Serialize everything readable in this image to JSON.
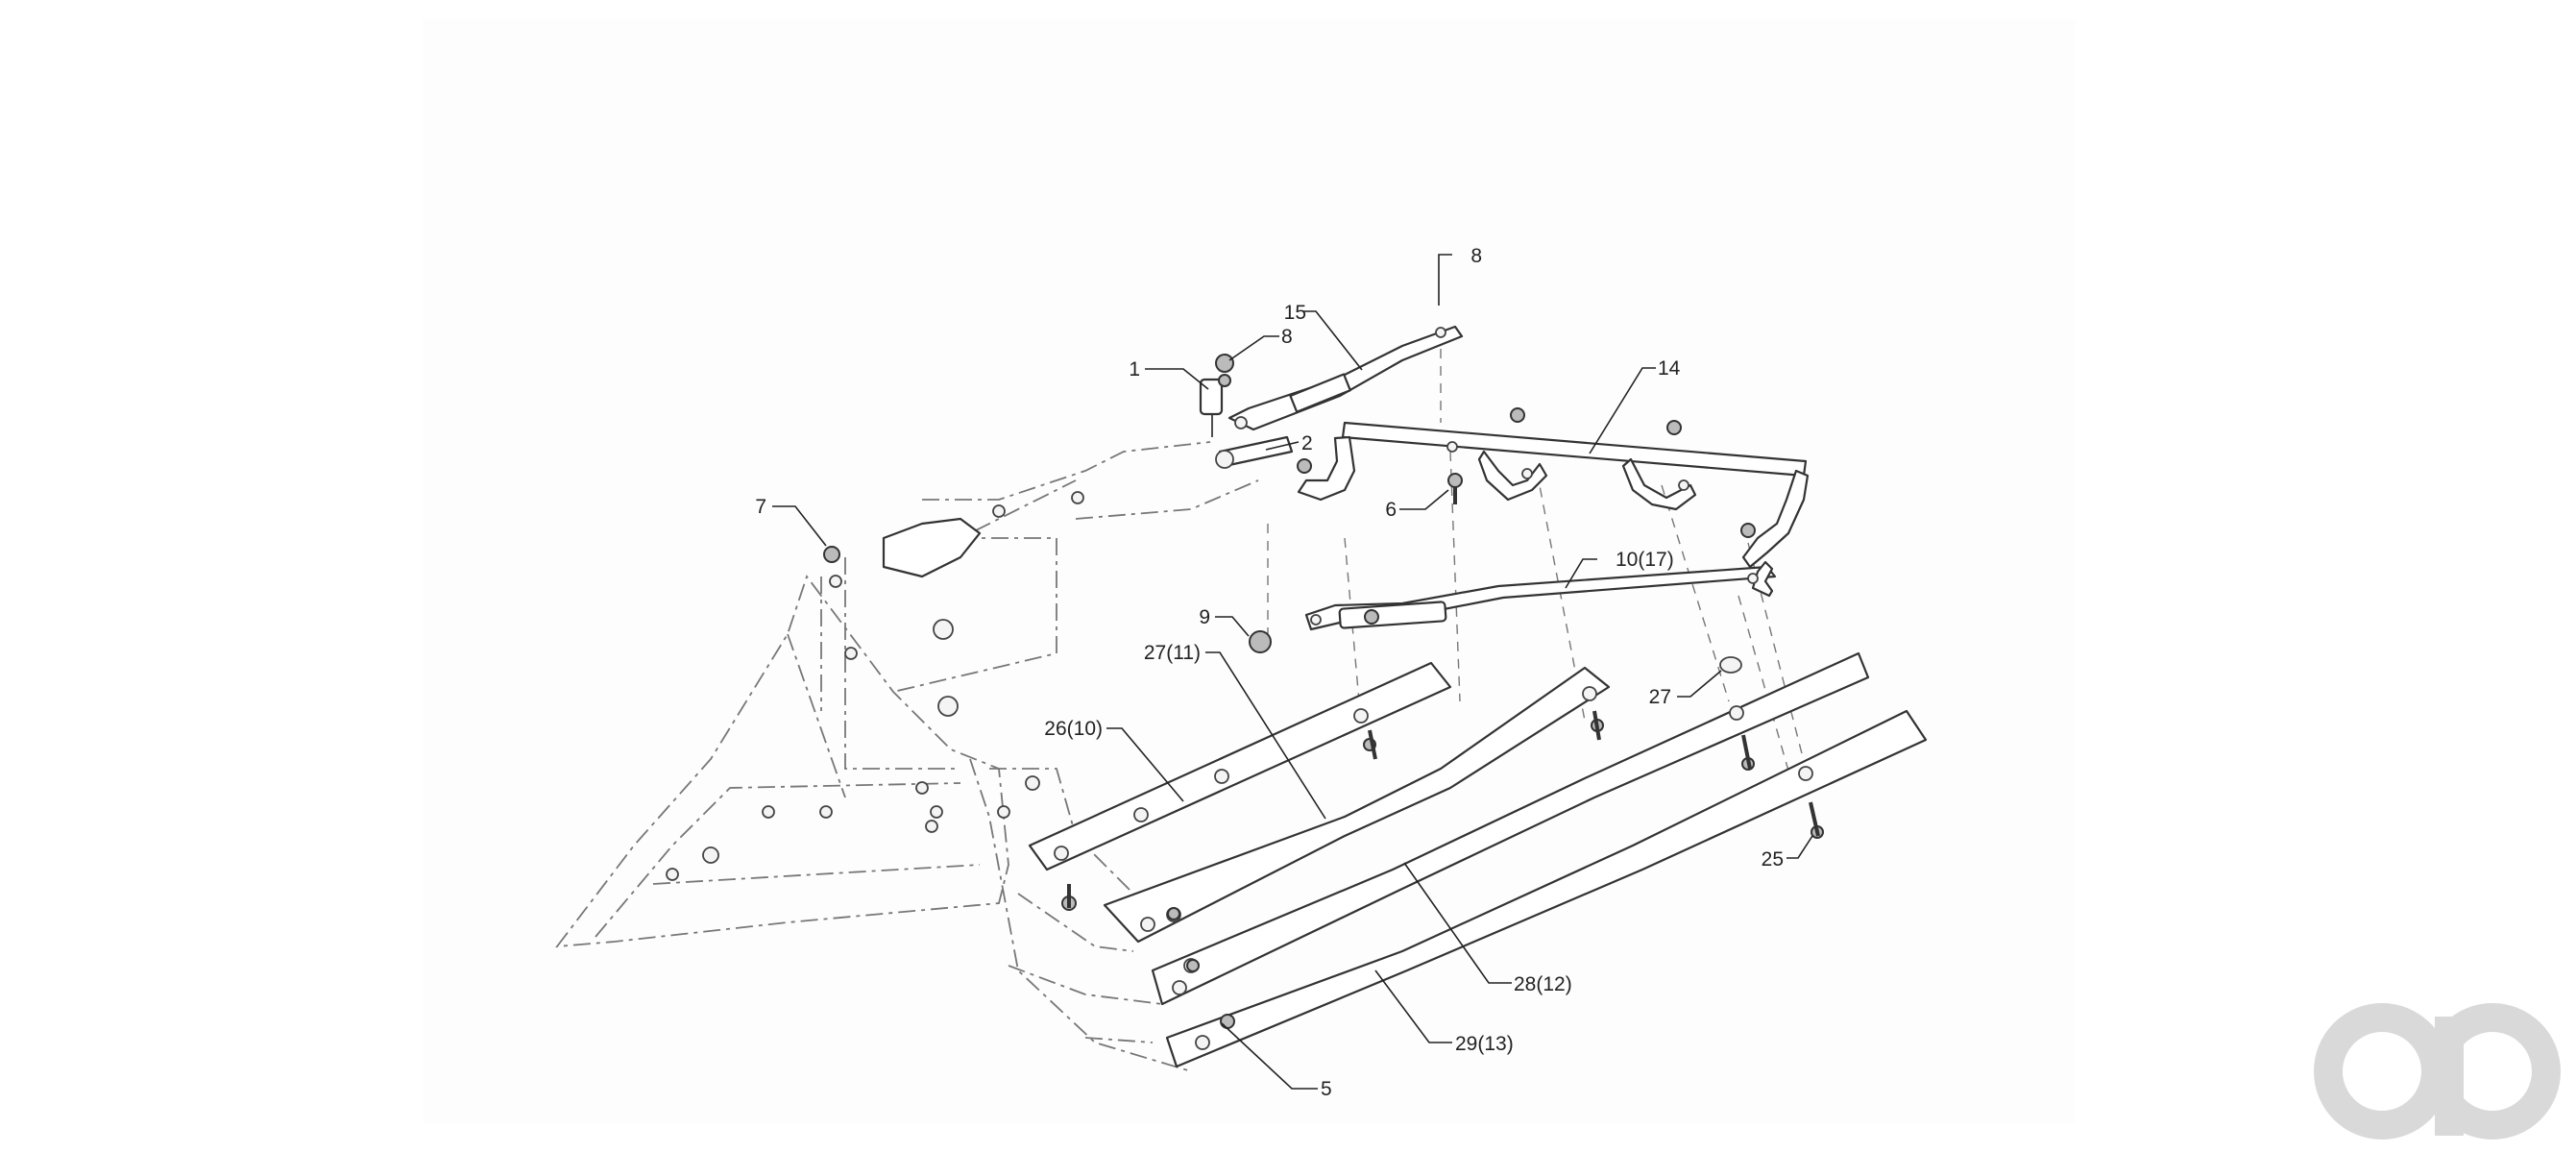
{
  "diagram": {
    "callouts": [
      {
        "id": "c8a",
        "label": "8"
      },
      {
        "id": "c15",
        "label": "15"
      },
      {
        "id": "c8b",
        "label": "8"
      },
      {
        "id": "c1",
        "label": "1"
      },
      {
        "id": "c14",
        "label": "14"
      },
      {
        "id": "c2",
        "label": "2"
      },
      {
        "id": "c6",
        "label": "6"
      },
      {
        "id": "c7",
        "label": "7"
      },
      {
        "id": "c10",
        "label": "10(17)"
      },
      {
        "id": "c9",
        "label": "9"
      },
      {
        "id": "c27a",
        "label": "27(11)"
      },
      {
        "id": "c27b",
        "label": "27"
      },
      {
        "id": "c26",
        "label": "26(10)"
      },
      {
        "id": "c25",
        "label": "25"
      },
      {
        "id": "c28",
        "label": "28(12)"
      },
      {
        "id": "c29",
        "label": "29(13)"
      },
      {
        "id": "c5",
        "label": "5"
      }
    ]
  },
  "watermark": {
    "name": "ao-logo",
    "color": "#d9d9d9"
  }
}
